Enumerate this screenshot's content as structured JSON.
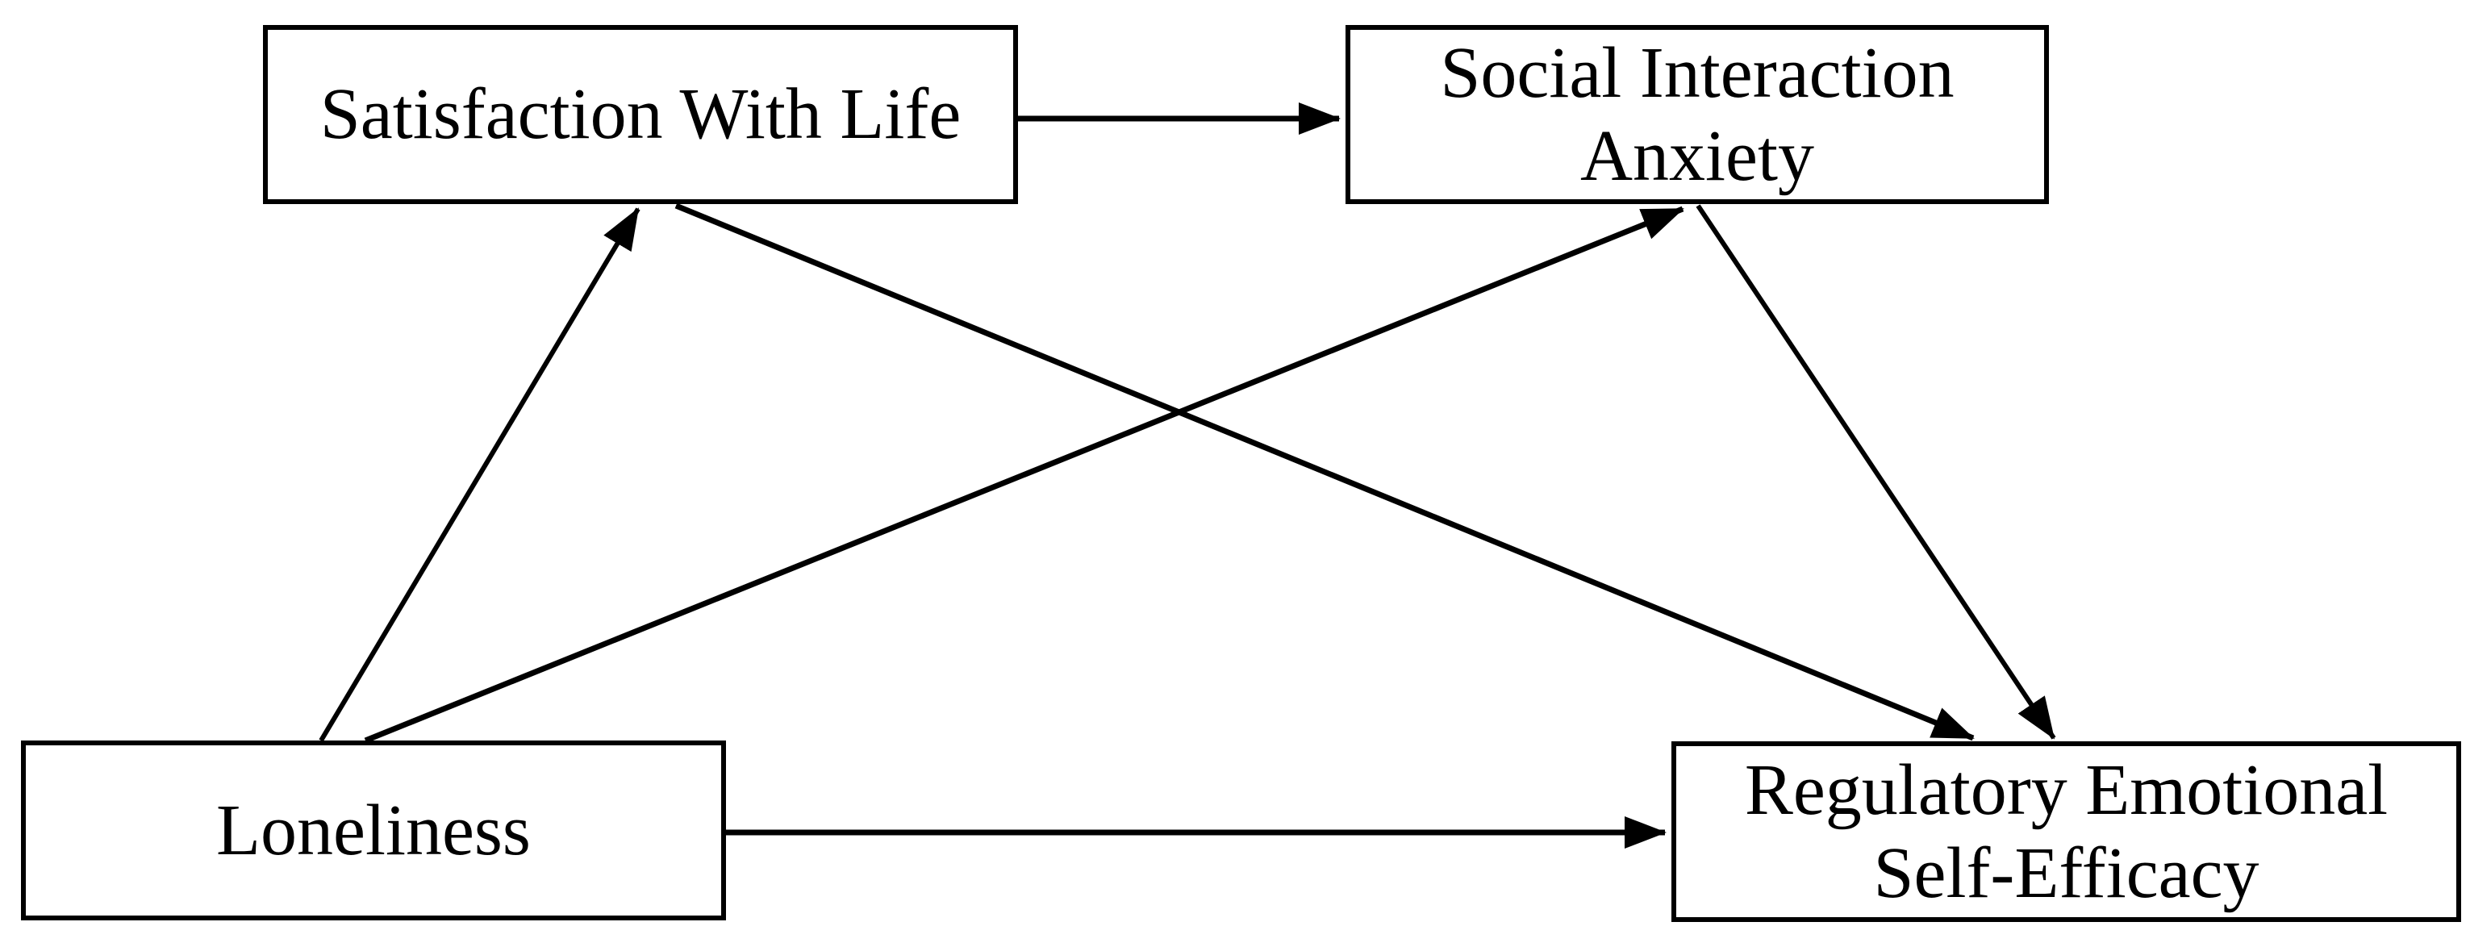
{
  "figure": {
    "type": "path-diagram",
    "background_color": "#ffffff",
    "line_color": "#000000",
    "box_fill_color": "#ffffff",
    "box_border_color": "#000000",
    "nodes": [
      {
        "id": "satisfaction_with_life",
        "label": "Satisfaction With Life",
        "position": "top-left"
      },
      {
        "id": "social_interaction_anxiety",
        "label": "Social Interaction\nAnxiety",
        "position": "top-right"
      },
      {
        "id": "loneliness",
        "label": "Loneliness",
        "position": "bottom-left"
      },
      {
        "id": "regulatory_emotional_self_efficacy",
        "label": "Regulatory Emotional\nSelf-Efficacy",
        "position": "bottom-right"
      }
    ],
    "edges": [
      {
        "from": "satisfaction_with_life",
        "to": "social_interaction_anxiety",
        "style": "straight-arrow"
      },
      {
        "from": "loneliness",
        "to": "satisfaction_with_life",
        "style": "straight-arrow"
      },
      {
        "from": "loneliness",
        "to": "social_interaction_anxiety",
        "style": "straight-arrow"
      },
      {
        "from": "satisfaction_with_life",
        "to": "regulatory_emotional_self_efficacy",
        "style": "straight-arrow"
      },
      {
        "from": "social_interaction_anxiety",
        "to": "regulatory_emotional_self_efficacy",
        "style": "straight-arrow"
      },
      {
        "from": "loneliness",
        "to": "regulatory_emotional_self_efficacy",
        "style": "straight-arrow"
      }
    ]
  }
}
